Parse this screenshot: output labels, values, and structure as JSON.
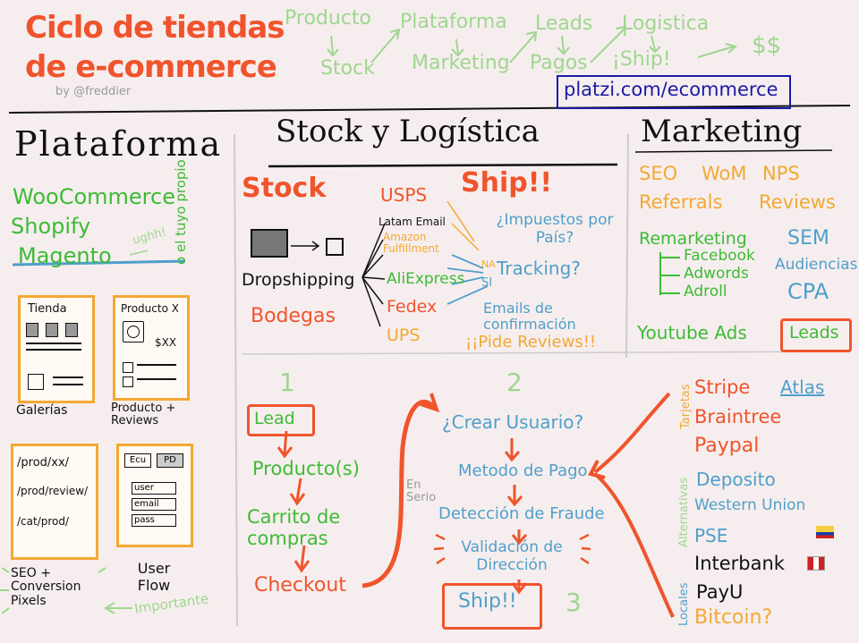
{
  "colors": {
    "red": "#f0542c",
    "green": "#3dbb35",
    "lightgreen": "#9fd68f",
    "orange": "#f4a833",
    "blue": "#4f9fca",
    "black": "#111111",
    "navy": "#1a1aa6",
    "gray": "#9a9a9a",
    "paper": "#f6eeee"
  },
  "header": {
    "title_line1": "Ciclo de tiendas",
    "title_line2": "de e-commerce",
    "byline": "by @freddier",
    "flow_top": [
      "Producto",
      "Plataforma",
      "Leads",
      "Logistica"
    ],
    "flow_bottom": [
      "Stock",
      "Marketing",
      "Pagos",
      "¡Ship!",
      "$$"
    ],
    "link": "platzi.com/ecommerce"
  },
  "plataforma": {
    "heading": "Plataforma",
    "items": [
      "WooCommerce",
      "Shopify",
      "Magento"
    ],
    "side_note": "o el tuyo propio",
    "ugh": "ughh!",
    "cards": [
      {
        "caption": "Galerías",
        "label": "Tienda"
      },
      {
        "caption": "Producto + Reviews",
        "label": "Producto X",
        "price": "$XX"
      },
      {
        "caption": "SEO + Conversion Pixels",
        "paths": [
          "/prod/xx/",
          "/prod/review/",
          "/cat/prod/"
        ]
      },
      {
        "caption": "User Flow",
        "fields": [
          "Ecu",
          "PD",
          "user",
          "email",
          "pass"
        ]
      }
    ],
    "importante": "Importante"
  },
  "stock": {
    "heading": "Stock y Logística",
    "stock_label": "Stock",
    "dropshipping": "Dropshipping",
    "bodegas": "Bodegas",
    "ship_label": "Ship!!",
    "carriers": [
      "USPS",
      "Latam Email",
      "Amazon Fulfillment",
      "AliExpress",
      "Fedex",
      "UPS"
    ],
    "na": "NA",
    "si": "SI",
    "questions": [
      "¿Impuestos por País?",
      "Tracking?",
      "Emails de confirmación",
      "¡¡Pide Reviews!!"
    ]
  },
  "marketing": {
    "heading": "Marketing",
    "row1": [
      "SEO",
      "WoM",
      "NPS"
    ],
    "row2": [
      "Referrals",
      "Reviews"
    ],
    "remarketing": "Remarketing",
    "remarketing_items": [
      "Facebook",
      "Adwords",
      "Adroll"
    ],
    "right": [
      "SEM",
      "Audiencias",
      "CPA"
    ],
    "youtube": "Youtube Ads",
    "leads": "Leads"
  },
  "flow": {
    "num1": "1",
    "num2": "2",
    "num3": "3",
    "col1": [
      "Lead",
      "Producto(s)",
      "Carrito de compras",
      "Checkout"
    ],
    "col2": [
      "¿Crear Usuario?",
      "Metodo de Pago",
      "Detección de Fraude",
      "Validación de Dirección",
      "Ship!!"
    ],
    "en_serio": "En Serio"
  },
  "payments": {
    "items": [
      "Stripe",
      "Atlas",
      "Braintree",
      "Paypal",
      "Deposito",
      "Western Union",
      "PSE",
      "Interbank",
      "PayU",
      "Bitcoin?"
    ],
    "side_labels": [
      "Tarjetas",
      "Alternativas",
      "Locales"
    ]
  }
}
